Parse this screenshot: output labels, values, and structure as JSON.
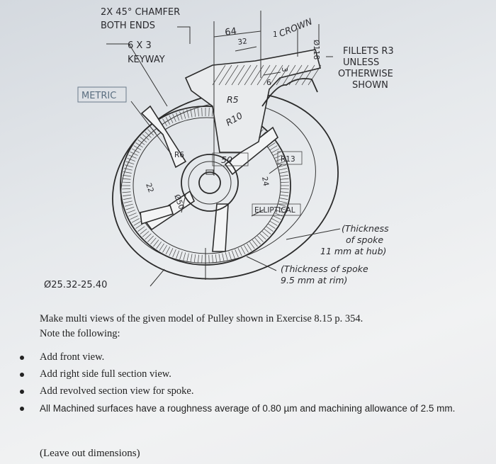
{
  "drawing": {
    "labels": {
      "chamfer_line1": "2X 45° CHAMFER",
      "chamfer_line2": "BOTH ENDS",
      "keyway_line1": "6 X 3",
      "keyway_line2": "KEYWAY",
      "metric_tag": "METRIC",
      "dim_64": "64",
      "dim_32": "32",
      "dim_1": "1",
      "crown": "CROWN",
      "dia_118": "Ø118",
      "dim_3": "3",
      "dim_6": "6",
      "fillets_line1": "FILLETS R3",
      "fillets_line2": "UNLESS",
      "fillets_line3": "OTHERWISE",
      "fillets_line4": "SHOWN",
      "r5": "R5",
      "r10": "R10",
      "r6": "R6",
      "r13": "R13",
      "dim_50": "50",
      "dim_22": "22",
      "dim_24": "24",
      "dia_50": "Ø50",
      "elliptical": "ELLIPTICAL",
      "spoke_hub_line1": "(Thickness",
      "spoke_hub_line2": "of spoke",
      "spoke_hub_line3": "11 mm at hub)",
      "spoke_rim_line1": "(Thickness of spoke",
      "spoke_rim_line2": "9.5 mm at rim)",
      "bore": "Ø25.32-25.40"
    }
  },
  "instructions": {
    "intro_line1": "Make multi views of the given model of Pulley shown in Exercise 8.15 p. 354.",
    "intro_line2": "Note the following:",
    "items": [
      "Add front view.",
      "Add right side full section view.",
      "Add revolved section view for spoke.",
      "All Machined surfaces have a roughness average of 0.80 µm and machining allowance of 2.5 mm."
    ],
    "footer": "(Leave out dimensions)"
  }
}
